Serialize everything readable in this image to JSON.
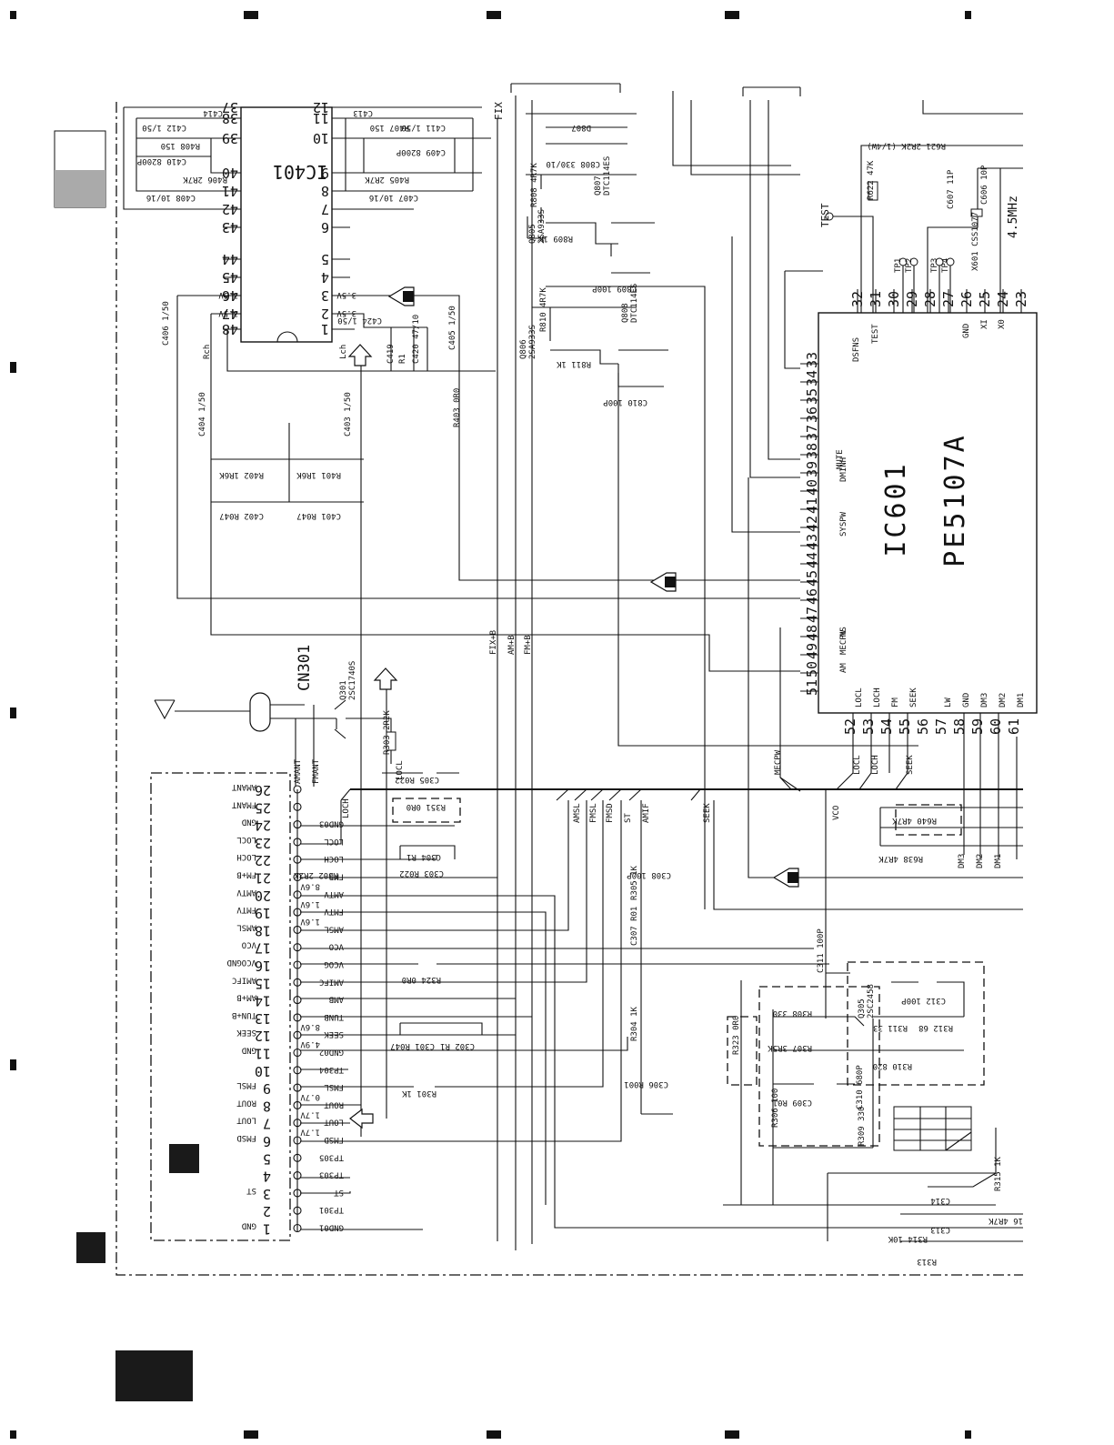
{
  "ic401": {
    "ref": "IC401",
    "left_pins": [
      "37",
      "38",
      "39",
      "40",
      "41",
      "42",
      "43",
      "44",
      "45",
      "46",
      "47",
      "48"
    ],
    "right_pins": [
      "12",
      "11",
      "10",
      "9",
      "8",
      "7",
      "6",
      "5",
      "4",
      "3",
      "2",
      "1"
    ],
    "voltage": "3.5V"
  },
  "ic601": {
    "ref": "IC601",
    "part": "PE5107A",
    "top_pins": [
      "32",
      "31",
      "30",
      "29",
      "28",
      "27",
      "26",
      "25",
      "24",
      "23"
    ],
    "left_pins": [
      "33",
      "34",
      "35",
      "36",
      "37",
      "38",
      "39",
      "40",
      "41",
      "42",
      "43",
      "44",
      "45",
      "46",
      "47",
      "48",
      "49",
      "50",
      "51"
    ],
    "bottom_pins": [
      "52",
      "53",
      "54",
      "55",
      "56",
      "57",
      "58",
      "59",
      "60",
      "61"
    ],
    "top_labels": [
      "DSFNS",
      "TEST",
      "GND",
      "XI",
      "X0"
    ],
    "left_labels": [
      "MUTE",
      "DMINH",
      "SYSPW",
      "MS",
      "MECPW",
      "AM"
    ],
    "bottom_labels": [
      "LOCL",
      "LOCH",
      "FM",
      "SEEK",
      "LW",
      "GND",
      "DM3",
      "DM2",
      "DM1"
    ]
  },
  "cn301": {
    "ref": "CN301",
    "pins": [
      {
        "num": "26",
        "name": "AMANT"
      },
      {
        "num": "25",
        "name": "FMANT"
      },
      {
        "num": "24",
        "name": "GND"
      },
      {
        "num": "23",
        "name": "LOCL"
      },
      {
        "num": "22",
        "name": "LOCH"
      },
      {
        "num": "21",
        "name": "FM+B"
      },
      {
        "num": "20",
        "name": "AMTV"
      },
      {
        "num": "19",
        "name": "FMTV"
      },
      {
        "num": "18",
        "name": "AMSL"
      },
      {
        "num": "17",
        "name": "VCO"
      },
      {
        "num": "16",
        "name": "VCOGND"
      },
      {
        "num": "15",
        "name": "AMIFC"
      },
      {
        "num": "14",
        "name": "AM+B"
      },
      {
        "num": "13",
        "name": "TUN+B"
      },
      {
        "num": "12",
        "name": "SEEK"
      },
      {
        "num": "11",
        "name": "GND"
      },
      {
        "num": "10",
        "name": ""
      },
      {
        "num": "9",
        "name": "FMSL"
      },
      {
        "num": "8",
        "name": "ROUT"
      },
      {
        "num": "7",
        "name": "LOUT"
      },
      {
        "num": "6",
        "name": "FMSD"
      },
      {
        "num": "5",
        "name": ""
      },
      {
        "num": "4",
        "name": ""
      },
      {
        "num": "3",
        "name": "ST"
      },
      {
        "num": "2",
        "name": ""
      },
      {
        "num": "1",
        "name": "GND"
      }
    ],
    "nets": [
      "",
      "",
      "GND03",
      "LOCL",
      "LOCH",
      "FMB",
      "AMTV",
      "FMTV",
      "AMSL",
      "VCO",
      "VCOG",
      "AMIFC",
      "AMB",
      "TUNB",
      "SEEK",
      "GND02",
      "TP304",
      "FMSL",
      "ROUT",
      "LOUT",
      "FMSD",
      "TP305",
      "TP303",
      "ST",
      "TP301",
      "GND01"
    ],
    "volts": [
      "",
      "",
      "",
      "",
      "",
      "8.6V",
      "1.6V",
      "1.6V",
      "",
      "",
      "",
      "",
      "",
      "8.6V",
      "4.9V",
      "",
      "",
      "0.7V",
      "1.7V",
      "1.7V",
      "",
      "",
      "",
      "",
      "",
      ""
    ]
  },
  "buses": {
    "top": [
      "FIX+B",
      "AM+B",
      "FM+B"
    ],
    "mid": [
      "AMSL",
      "FMSL",
      "FMSD",
      "ST",
      "AMIF",
      "SEEK"
    ],
    "ic_side": [
      "MECPW",
      "LOCL",
      "LOCH",
      "SEEK",
      "VCO"
    ]
  },
  "labels": {
    "fix": "FIX",
    "test": "TEST",
    "xtal_freq": "4.5MHz",
    "rch": "Rch",
    "lch": "Lch",
    "amant": "AMANT",
    "fmant": "FMANT",
    "loch": "LOCH",
    "locl": "LOCL"
  },
  "transistors": [
    {
      "ref": "Q805",
      "part": "2SA933S"
    },
    {
      "ref": "Q807",
      "part": "DTC114ES"
    },
    {
      "ref": "Q806",
      "part": "2SA933S"
    },
    {
      "ref": "Q808",
      "part": "DTC114ES"
    },
    {
      "ref": "Q301",
      "part": "2SC1740S"
    },
    {
      "ref": "Q305",
      "part": "2SC2458"
    }
  ],
  "components": {
    "C414": "C414",
    "C412": "C412 1/50",
    "R408": "R408 150",
    "C410": "C410 8200P",
    "R406": "R406 2R7K",
    "C408": "C408 10/16",
    "C413": "C413",
    "R407": "R407 150",
    "C411": "C411 1/50",
    "R405": "R405 2R7K",
    "C409": "C409 8200P",
    "C407": "C407 10/16",
    "C406": "C406 1/50",
    "C404": "C404 1/50",
    "C403": "C403 1/50",
    "C405": "C405 1/50",
    "C424": "C424 1/50",
    "C419": "C419",
    "R1": "R1",
    "C420": "C420 47/10",
    "R403": "R403 0R0",
    "R402": "R402 1R6K",
    "R401": "R401 1R6K",
    "C402": "C402 R047",
    "C401": "C401 R047",
    "D807": "D807",
    "C808": "C808 330/10",
    "R808": "R808 4R7K",
    "R809": "R809 1K",
    "C809": "C809 100P",
    "R810": "R810 4R7K",
    "R811": "R811 1K",
    "C810": "C810 100P",
    "R622": "R622 47K",
    "R621": "R621 2R2K (1/4W)",
    "C607": "C607 11P",
    "C606": "C606 10P",
    "X601": "X601 CSS1077",
    "TP1": "TP1",
    "TP2": "TP2",
    "TP3": "TP3",
    "TP4": "TP4",
    "R303": "R303 2R2K",
    "C305": "C305 R022",
    "R351": "R351 0R0",
    "R302": "R302 2R2K",
    "C304": "C304 R1",
    "C303": "C303 R022",
    "C308": "C308 100P",
    "R305": "R305 1K",
    "C307": "C307 R01",
    "R324": "R324 0R0",
    "C301": "C301 R047",
    "C302": "C302 R1",
    "R301": "R301 1K",
    "R304": "R304 1K",
    "C306": "C306 R001",
    "C311": "C311 100P",
    "R323": "R323 0R0",
    "R308": "R308 330",
    "R311": "R311 33",
    "R312": "R312 68",
    "C312": "C312 100P",
    "R307": "R307 3R5K",
    "R310": "R310 820",
    "C309": "C309 R01",
    "C310": "C310 680P",
    "R306": "R306 100",
    "R309": "R309 330",
    "R315": "R315 1K",
    "C314": "C314",
    "C313": "C313",
    "R314": "R314 10K",
    "R313": "R313",
    "R640": "R640 4R7K",
    "R638": "R638 4R7K",
    "R316": "16 4R7K",
    "DM3": "DM3",
    "DM2": "DM2",
    "DM1": "DM1"
  }
}
